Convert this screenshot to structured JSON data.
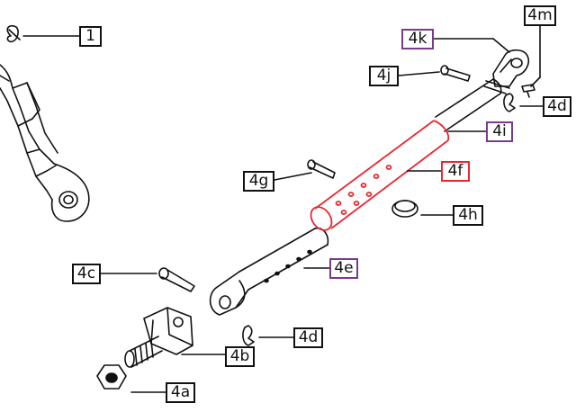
{
  "callouts": {
    "c1": {
      "label": "1",
      "color": "#111111"
    },
    "c4m": {
      "label": "4m",
      "color": "#111111"
    },
    "c4k": {
      "label": "4k",
      "color": "#7a3a8c"
    },
    "c4j": {
      "label": "4j",
      "color": "#111111"
    },
    "c4d_top": {
      "label": "4d",
      "color": "#111111"
    },
    "c4i": {
      "label": "4i",
      "color": "#7a3a8c"
    },
    "c4f": {
      "label": "4f",
      "color": "#e8282f"
    },
    "c4g": {
      "label": "4g",
      "color": "#111111"
    },
    "c4h": {
      "label": "4h",
      "color": "#111111"
    },
    "c4e": {
      "label": "4e",
      "color": "#7a3a8c"
    },
    "c4c": {
      "label": "4c",
      "color": "#111111"
    },
    "c4d_bottom": {
      "label": "4d",
      "color": "#111111"
    },
    "c4b": {
      "label": "4b",
      "color": "#111111"
    },
    "c4a": {
      "label": "4a",
      "color": "#111111"
    }
  },
  "highlight_color": "#e8282f"
}
